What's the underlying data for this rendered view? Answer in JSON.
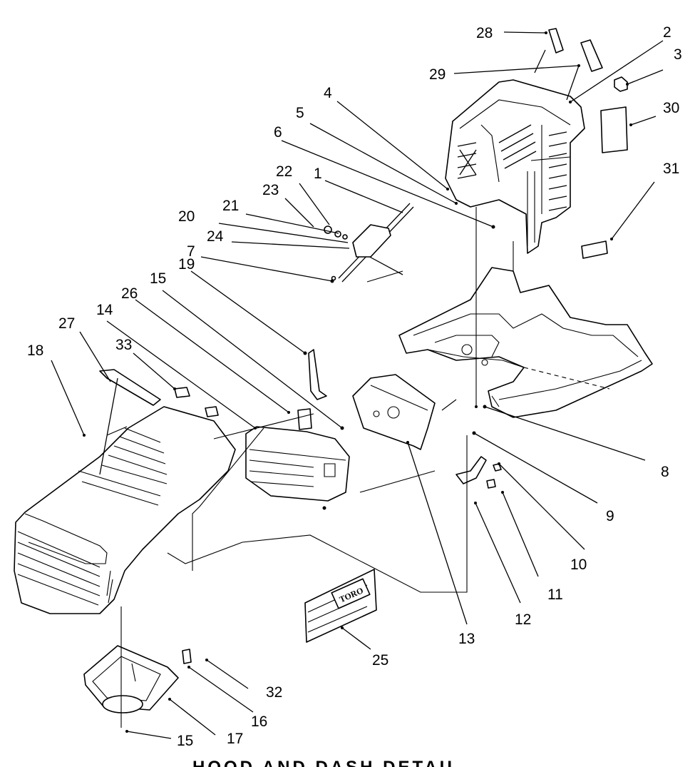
{
  "callouts": [
    "1",
    "2",
    "3",
    "4",
    "5",
    "6",
    "7",
    "8",
    "9",
    "10",
    "11",
    "12",
    "13",
    "14",
    "15",
    "16",
    "17",
    "18",
    "19",
    "20",
    "21",
    "22",
    "23",
    "24",
    "25",
    "26",
    "27",
    "28",
    "29",
    "30",
    "31",
    "32",
    "33",
    "15"
  ],
  "brand_label": "TORO",
  "footer_text": "HOOD AND DASH DETAIL"
}
